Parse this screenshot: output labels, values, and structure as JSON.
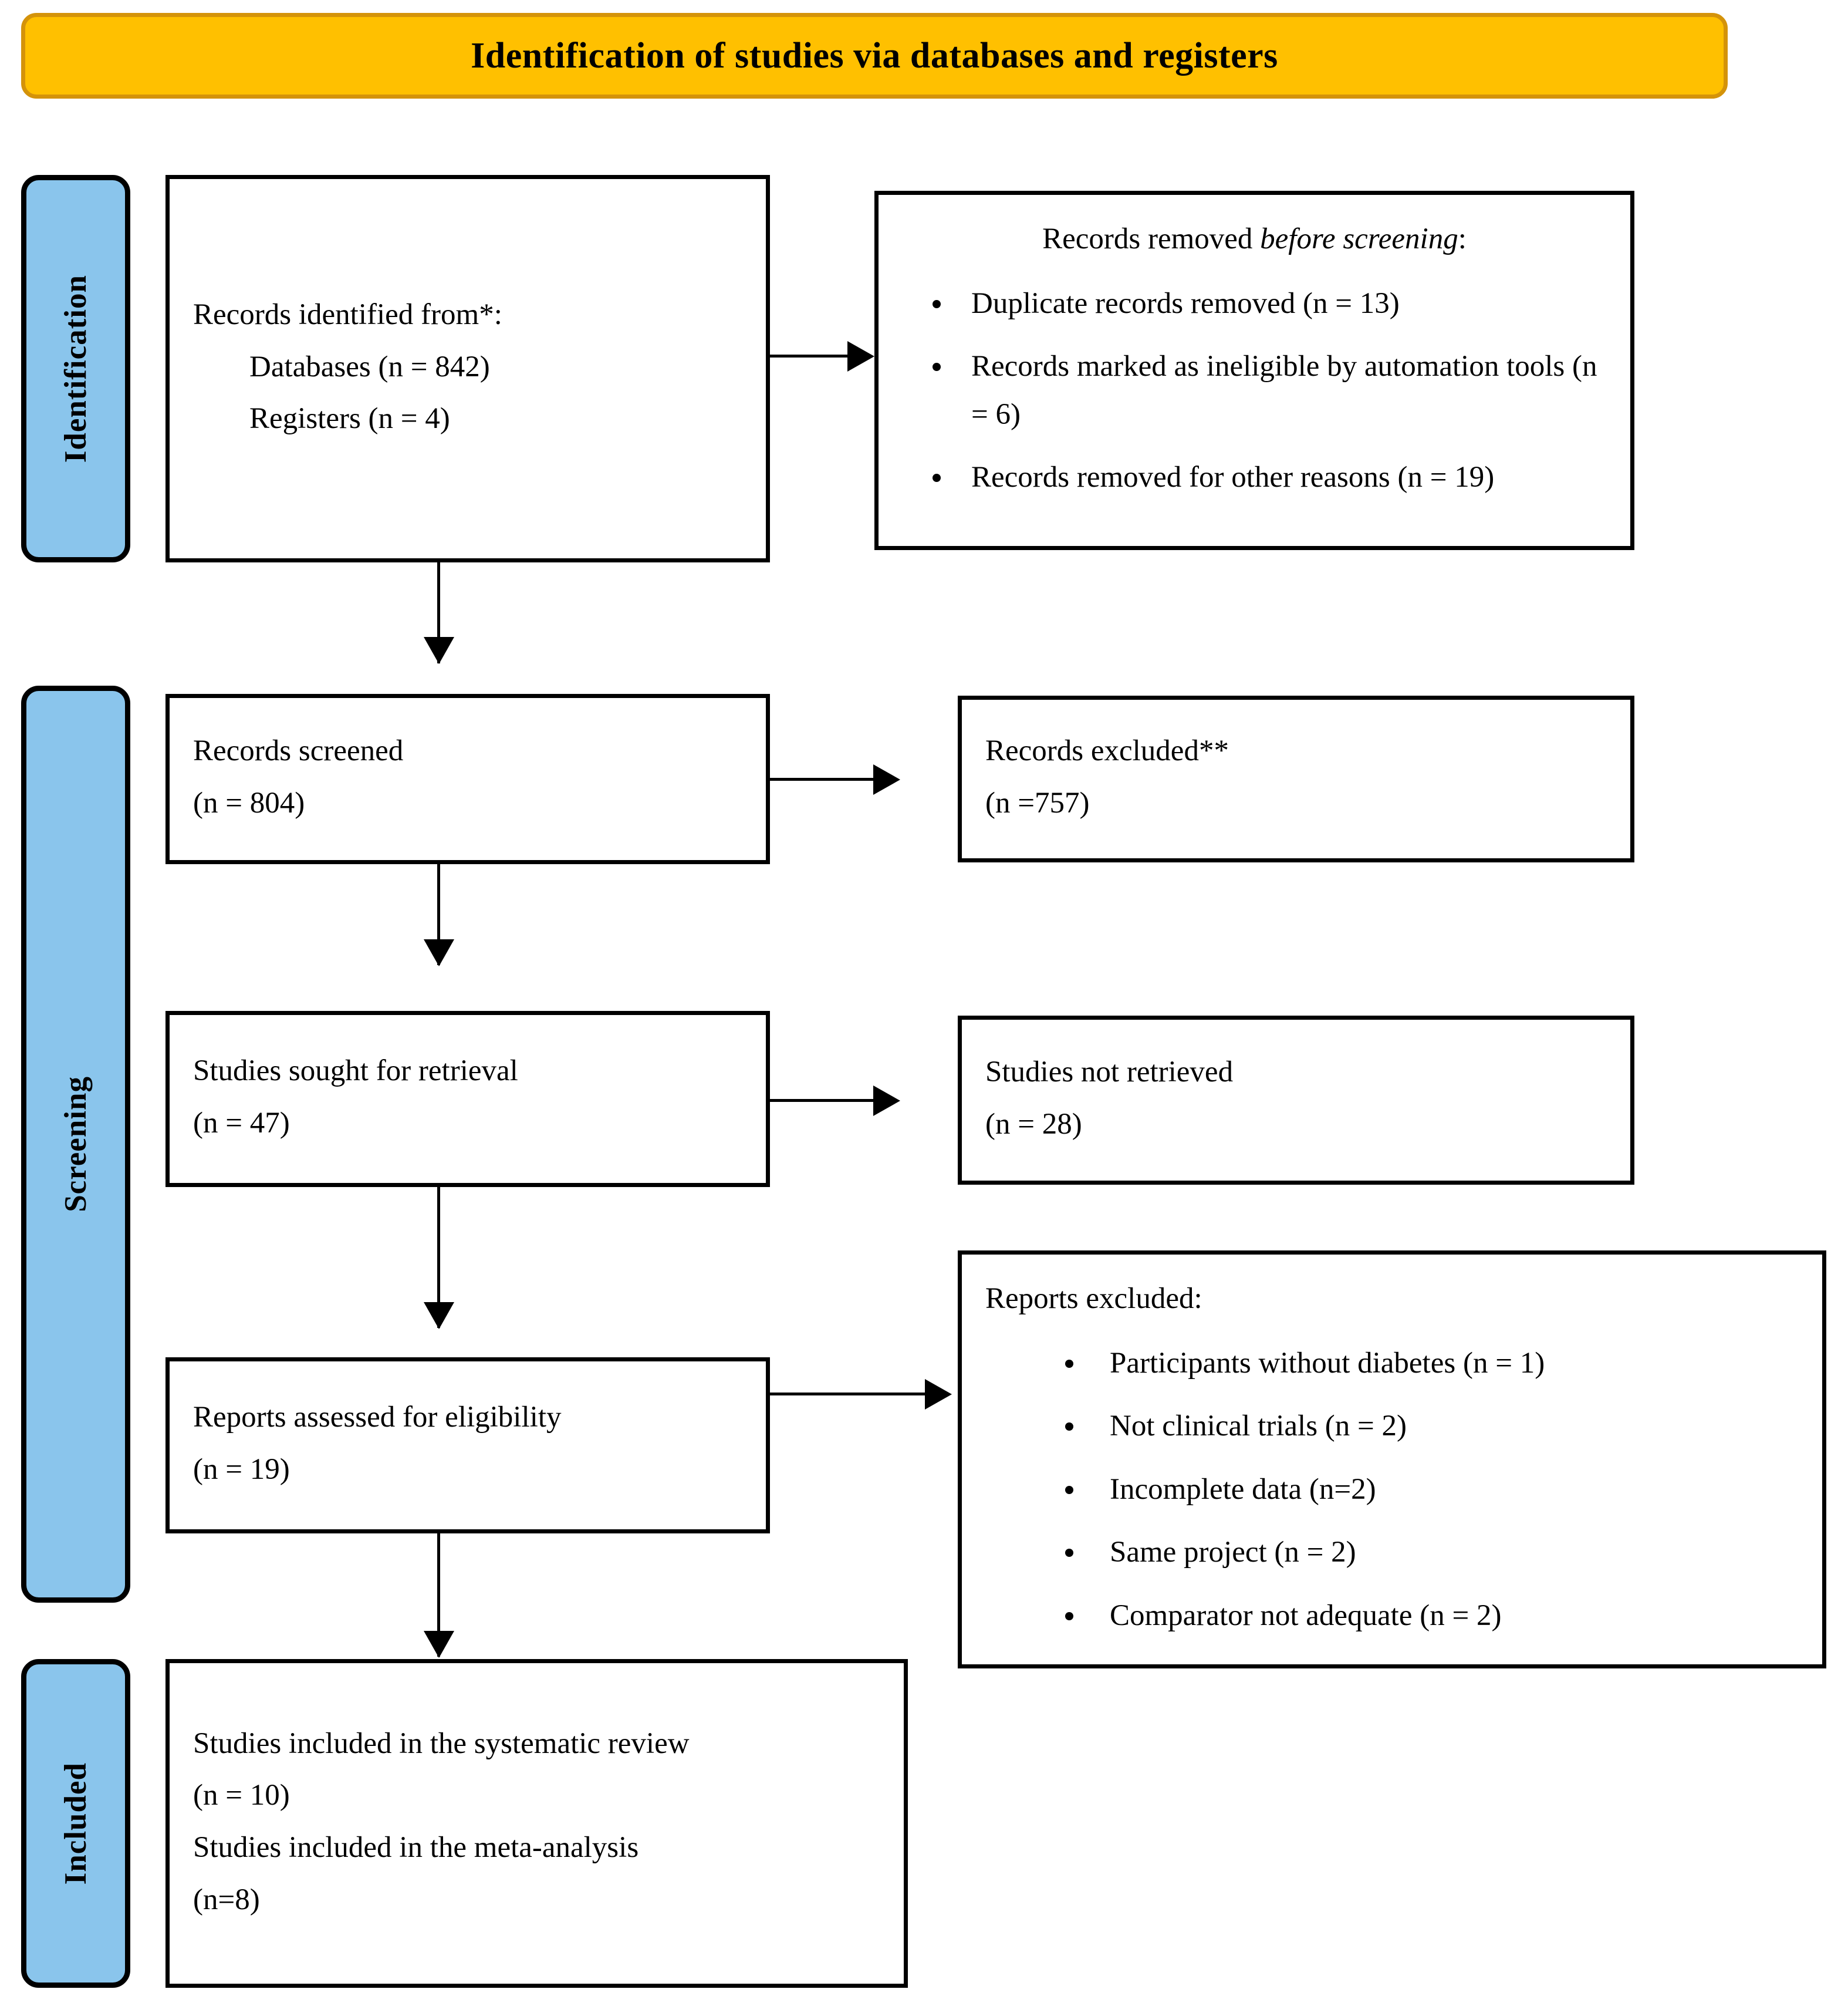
{
  "banner": {
    "title": "Identification of studies via databases and registers",
    "fill_color": "#FFC000",
    "border_color": "#D4930A"
  },
  "stages": {
    "identification": "Identification",
    "screening": "Screening",
    "included": "Included",
    "fill_color": "#8AC5EC",
    "border_color": "#000000"
  },
  "boxes": {
    "records_identified": {
      "header": "Records identified from*:",
      "line_databases": "Databases (n = 842)",
      "line_registers": "Registers (n = 4)"
    },
    "records_removed": {
      "header_plain": "Records removed ",
      "header_italic": "before screening",
      "header_tail": ":",
      "bullets": [
        "Duplicate records removed (n = 13)",
        "Records marked as ineligible by automation tools (n = 6)",
        "Records removed for other reasons (n = 19)"
      ]
    },
    "records_screened": {
      "header": "Records screened",
      "count": "(n = 804)"
    },
    "records_excluded": {
      "header": "Records excluded**",
      "count": "(n =757)"
    },
    "studies_sought": {
      "header": "Studies sought for retrieval",
      "count": "(n = 47)"
    },
    "studies_not_retrieved": {
      "header": "Studies not retrieved",
      "count": "(n = 28)"
    },
    "reports_assessed": {
      "header": "Reports assessed for eligibility",
      "count": "(n = 19)"
    },
    "reports_excluded": {
      "header": "Reports excluded:",
      "bullets": [
        "Participants without diabetes (n = 1)",
        "Not clinical trials (n = 2)",
        "Incomplete data (n=2)",
        "Same project (n = 2)",
        "Comparator not adequate (n = 2)"
      ]
    },
    "studies_included": {
      "line_review": "Studies included in the systematic review",
      "count_review": "(n = 10)",
      "line_meta": "Studies included in the meta-analysis",
      "count_meta": "(n=8)"
    }
  }
}
